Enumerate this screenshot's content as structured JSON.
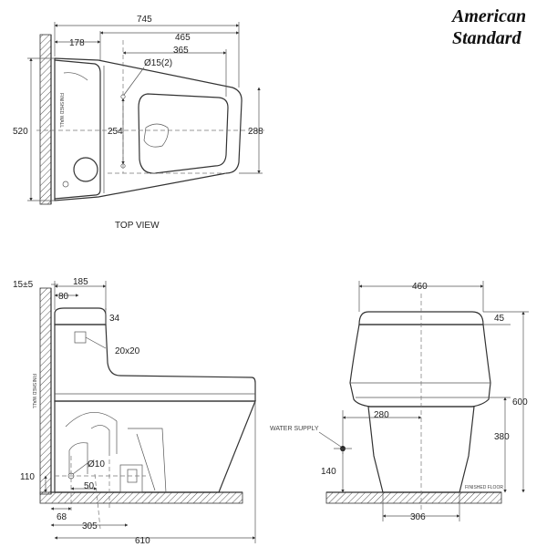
{
  "brand": {
    "line1": "American",
    "line2": "Standard"
  },
  "top_view": {
    "caption": "TOP VIEW",
    "dims": {
      "overall_length": "745",
      "rear_offset": "178",
      "to_hole": "465",
      "hole_span": "365",
      "hole_dia": "Ø15(2)",
      "overall_width": "520",
      "center_width": "254",
      "bowl_width": "288"
    },
    "wall_note": "FINISHED WALL"
  },
  "side_view": {
    "dims": {
      "gap": "15±5",
      "tank_depth": "185",
      "tank_to_hole": "80",
      "lid_height": "34",
      "inlet_size": "20x20",
      "outlet_dia": "Ø10",
      "outlet_height": "110",
      "outlet_offset": "50",
      "rear_to_outlet_floor": "68",
      "rough_in": "305",
      "overall_length": "610"
    },
    "wall_note": "FINISHED WALL"
  },
  "front_view": {
    "dims": {
      "overall_width": "460",
      "lid_height": "45",
      "overall_height": "600",
      "base_width_upper": "280",
      "seat_height": "380",
      "supply_height": "140",
      "base_width_floor": "306"
    },
    "water_supply": "WATER SUPPLY",
    "floor_note": "FINISHED FLOOR"
  }
}
